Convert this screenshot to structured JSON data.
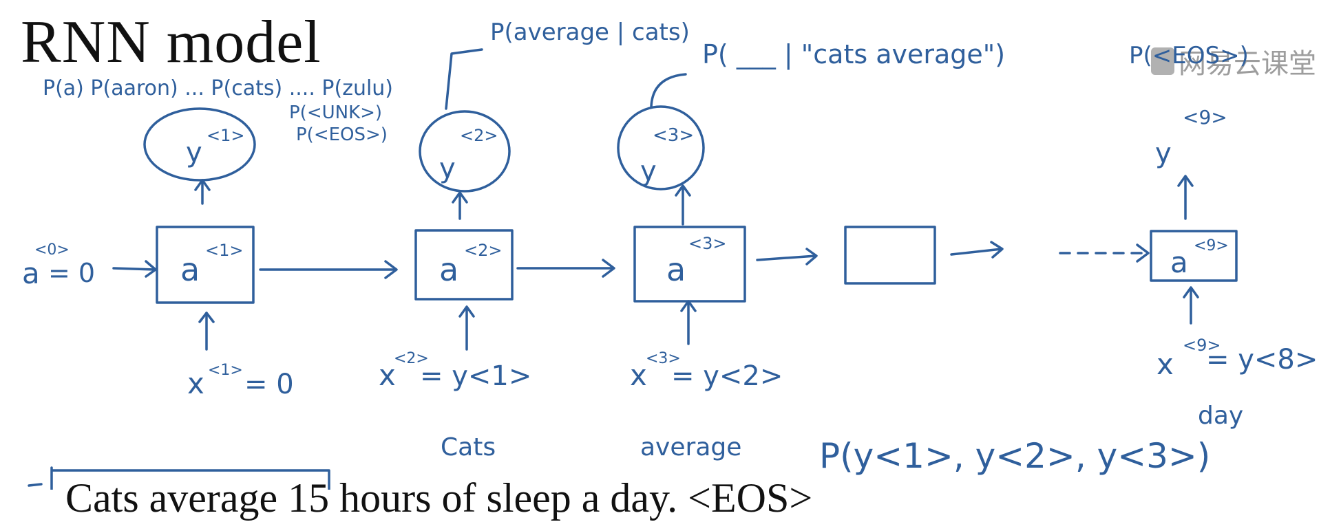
{
  "title": "RNN model",
  "watermark": "网易云课堂",
  "annotations": {
    "vocab_probs_line1": "P(a) P(aaron) ... P(cats) .... P(zulu)",
    "vocab_probs_unk": "P(<UNK>)",
    "vocab_probs_eos": "P(<EOS>)",
    "p_average_given_cats": "P(average | cats)",
    "p_next_given_cats_average": "P( ___ | \"cats average\")",
    "p_eos": "P(<EOS>)"
  },
  "a0_label": "a",
  "a0_sup": "<0>",
  "a0_value": "= 0",
  "timesteps": [
    {
      "output": "y",
      "output_sup": "<1>",
      "hidden": "a",
      "hidden_sup": "<1>",
      "input": "x",
      "input_sup": "<1>",
      "input_eq": "= 0",
      "word": ""
    },
    {
      "output": "y",
      "output_sup": "<2>",
      "hidden": "a",
      "hidden_sup": "<2>",
      "input": "x",
      "input_sup": "<2>",
      "input_eq": "= y<1>",
      "word": "Cats"
    },
    {
      "output": "y",
      "output_sup": "<3>",
      "hidden": "a",
      "hidden_sup": "<3>",
      "input": "x",
      "input_sup": "<3>",
      "input_eq": "= y<2>",
      "word": "average"
    },
    {
      "output": "",
      "output_sup": "",
      "hidden": "",
      "hidden_sup": "",
      "input": "",
      "input_sup": "",
      "input_eq": "",
      "word": ""
    },
    {
      "output": "y",
      "output_sup": "<9>",
      "hidden": "a",
      "hidden_sup": "<9>",
      "input": "x",
      "input_sup": "<9>",
      "input_eq": "= y<8>",
      "word": "day"
    }
  ],
  "joint_prob": "P(y<1>, y<2>, y<3>)",
  "bottom_text": "Cats average 15 hours of sleep a day. <EOS>",
  "colors": {
    "ink": "#2f5f9c",
    "title": "#111111",
    "watermark": "#8c8c8c"
  }
}
